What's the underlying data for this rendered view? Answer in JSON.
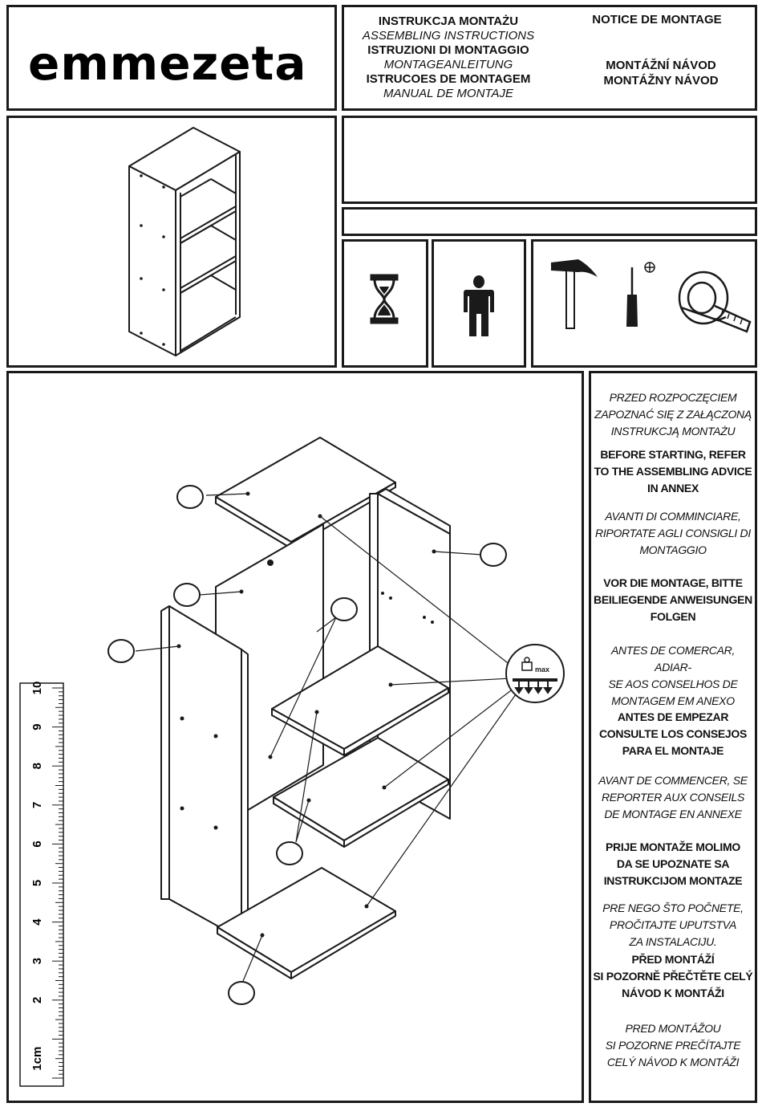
{
  "brand": {
    "logo_text": "emmezeta"
  },
  "title_block": {
    "col1": [
      {
        "text": "INSTRUKCJA MONTAŻU",
        "style": "bold"
      },
      {
        "text": "ASSEMBLING INSTRUCTIONS",
        "style": "italic"
      },
      {
        "text": "ISTRUZIONI DI MONTAGGIO",
        "style": "bold"
      },
      {
        "text": "MONTAGEANLEITUNG",
        "style": "italic"
      },
      {
        "text": "ISTRUCOES DE MONTAGEM",
        "style": "bold"
      },
      {
        "text": "MANUAL DE MONTAJE",
        "style": "italic"
      }
    ],
    "col2": [
      {
        "text": "NOTICE DE MONTAGE",
        "style": "bold"
      },
      {
        "text": "MONTÁŽNÍ NÁVOD",
        "style": "bold"
      },
      {
        "text": "MONTÁŽNY NÁVOD",
        "style": "bold"
      }
    ]
  },
  "icons": {
    "time": "hourglass-icon",
    "persons": "person-icon",
    "tools": [
      "hammer-icon",
      "phillips-screwdriver-icon",
      "tape-measure-icon"
    ],
    "load": "max-load-icon"
  },
  "load_icon_label": "max",
  "ruler": {
    "unit_label": "1cm",
    "numbers": [
      "2",
      "3",
      "4",
      "5",
      "6",
      "7",
      "8",
      "9",
      "10"
    ]
  },
  "notes": [
    {
      "lines": [
        "PRZED ROZPOCZĘCIEM",
        "ZAPOZNAĆ SIĘ Z ZAŁĄCZONĄ",
        "INSTRUKCJĄ MONTAŻU"
      ],
      "style": "italic"
    },
    {
      "lines": [
        "BEFORE STARTING, REFER",
        "TO THE ASSEMBLING ADVICE",
        "IN ANNEX"
      ],
      "style": "bold"
    },
    {
      "lines": [
        "AVANTI DI COMMINCIARE,",
        "RIPORTATE AGLI CONSIGLI DI",
        "MONTAGGIO"
      ],
      "style": "italic"
    },
    {
      "lines": [
        "VOR DIE MONTAGE, BITTE",
        "BEILIEGENDE ANWEISUNGEN",
        "FOLGEN"
      ],
      "style": "bold"
    },
    {
      "lines": [
        "ANTES DE COMERCAR, ADIAR-",
        "SE AOS CONSELHOS DE",
        "MONTAGEM EM ANEXO"
      ],
      "style": "italic"
    },
    {
      "lines": [
        "ANTES DE EMPEZAR",
        "CONSULTE LOS CONSEJOS",
        "PARA EL MONTAJE"
      ],
      "style": "bold"
    },
    {
      "lines": [
        "AVANT DE COMMENCER, SE",
        "REPORTER AUX CONSEILS",
        "DE MONTAGE EN ANNEXE"
      ],
      "style": "italic"
    },
    {
      "lines": [
        "PRIJE MONTAŽE MOLIMO",
        "DA SE UPOZNATE SA",
        "INSTRUKCIJOM MONTAZE"
      ],
      "style": "bold"
    },
    {
      "lines": [
        "PRE NEGO ŠTO POČNETE,",
        "PROČITAJTE UPUTSTVA",
        "ZA INSTALACIJU."
      ],
      "style": "italic"
    },
    {
      "lines": [
        "PŘED MONTÁŽÍ",
        "SI POZORNĚ PŘEČTĚTE CELÝ",
        "NÁVOD K MONTÁŽI"
      ],
      "style": "bold"
    },
    {
      "lines": [
        "PRED MONTÁŽOU",
        "SI POZORNE PREČÍTAJTE",
        "CELÝ NÁVOD K MONTÁŽI"
      ],
      "style": "italic"
    }
  ],
  "colors": {
    "line": "#1a1a1a",
    "background": "#ffffff"
  }
}
